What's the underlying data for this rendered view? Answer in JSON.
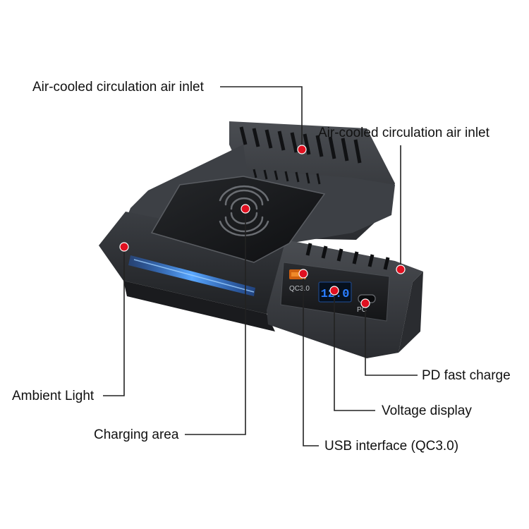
{
  "callouts": {
    "air_inlet_left": "Air-cooled circulation air inlet",
    "air_inlet_right": "Air-cooled circulation air inlet",
    "ambient_light": "Ambient Light",
    "charging_area": "Charging area",
    "pd_fast_charge": "PD fast charge",
    "voltage_display": "Voltage display",
    "usb_interface": "USB interface (QC3.0)"
  },
  "device": {
    "usb_port_label": "QC3.0",
    "pd_port_label": "PC",
    "display_reading": "12.0"
  },
  "colors": {
    "marker": "#e01020",
    "ambient_glow": "#3a8cff",
    "display_digits": "#2a7dff",
    "body": "#3a3d42"
  }
}
